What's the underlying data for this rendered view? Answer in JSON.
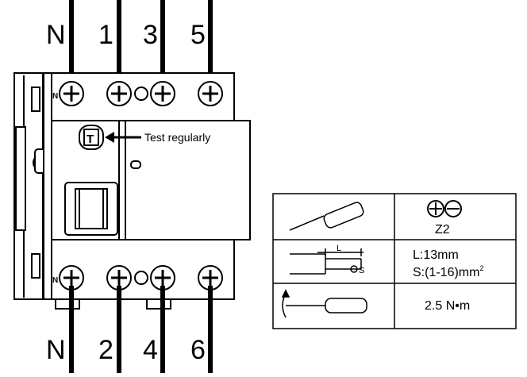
{
  "terminals": {
    "top": [
      "N",
      "1",
      "3",
      "5"
    ],
    "bottom": [
      "N",
      "2",
      "4",
      "6"
    ]
  },
  "device": {
    "test_callout": "Test regularly",
    "test_button_letter": "T",
    "terminal_mark": "N"
  },
  "spec_table": {
    "rows": [
      {
        "tool": "screwdriver-flat-phillips",
        "value": "Z2"
      },
      {
        "tool": "strip-length",
        "strip_mark": "L",
        "wire_mark": "S",
        "value_l": "L:13mm",
        "value_s": "S:(1-16)mm",
        "value_s_sup": "2"
      },
      {
        "tool": "torque",
        "value": "2.5 N•m"
      }
    ]
  }
}
